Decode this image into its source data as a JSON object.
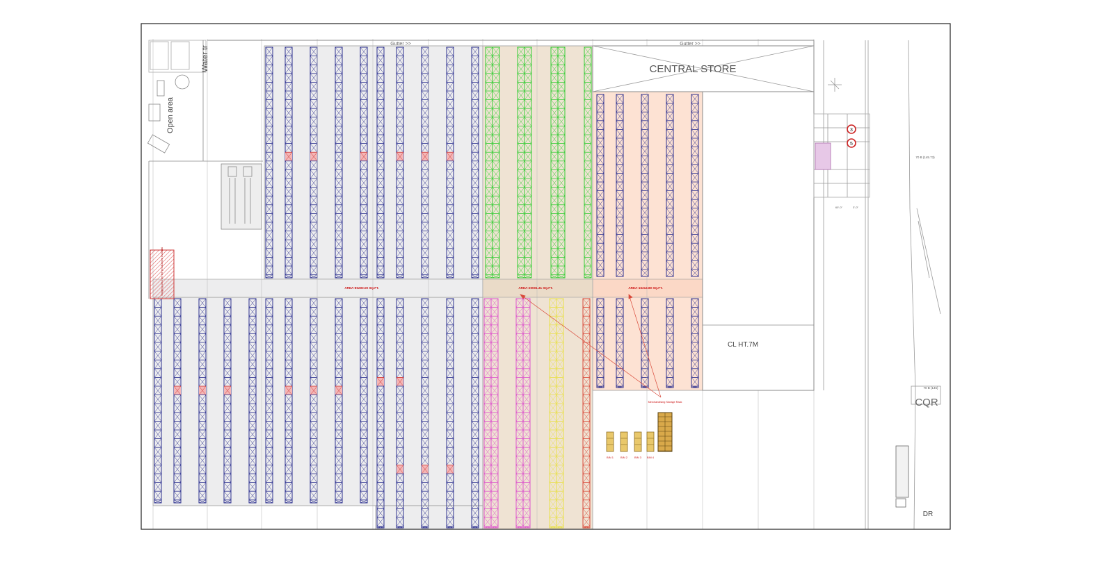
{
  "labels": {
    "gutter_left": "Gutter >>",
    "gutter_right": "Gutter >>",
    "water": "Water tr",
    "open_area": "Open area",
    "central_store": "CENTRAL STORE",
    "cl_height": "CL HT.7M",
    "cqr": "CQR",
    "dr": "DR",
    "area_blue": "AREA-80200.00 SQ.FT.",
    "area_tan": "AREA-20001.31 SQ.FT.",
    "area_peach": "AREA-16313.80 SQ.FT.",
    "annotation": "Merchandising Storage Rack",
    "staging": "Staging area for the production material",
    "dim_top": "70 B (145.73)",
    "dim_cqr": "70 B (145)",
    "marker_3": "3",
    "marker_5": "5",
    "dim_small_1": "60'-0\"",
    "dim_small_2": "3'-0\""
  },
  "bin_labels": [
    "BIN 1",
    "BIN 2",
    "BIN 3",
    "BIN 4"
  ],
  "colors": {
    "rack_blue": "#2b2f8f",
    "rack_green": "#33cc33",
    "rack_pink": "#dd55cc",
    "rack_yellow": "#e8e04a",
    "rack_red": "#cc3333",
    "rack_orange_red": "#d94a3a",
    "zone_grey": "#ededee",
    "zone_tan": "#efe3d3",
    "zone_peach": "#fde2d3",
    "label_red": "#cc1111",
    "line_grey": "#8a8a8a"
  }
}
